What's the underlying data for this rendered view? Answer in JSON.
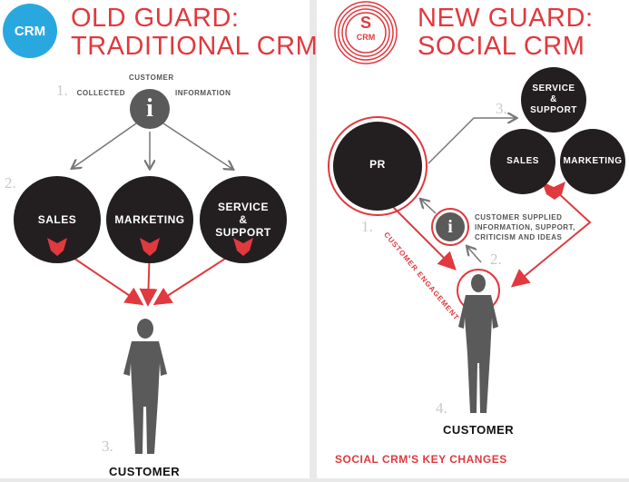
{
  "left": {
    "logo": "CRM",
    "title_line1": "OLD GUARD:",
    "title_line2": "TRADITIONAL CRM",
    "info_label_top": "CUSTOMER",
    "info_label_left": "COLLECTED",
    "info_label_right": "INFORMATION",
    "steps": [
      "1.",
      "2.",
      "3."
    ],
    "departments": [
      "SALES",
      "MARKETING",
      "SERVICE & SUPPORT"
    ],
    "customer": "CUSTOMER"
  },
  "right": {
    "logo_s": "S",
    "logo_crm": "CRM",
    "title_line1": "NEW GUARD:",
    "title_line2": "SOCIAL CRM",
    "service": "SERVICE & SUPPORT",
    "pr": "PR",
    "sales": "SALES",
    "marketing": "MARKETING",
    "info_text": "CUSTOMER SUPPLIED INFORMATION, SUPPORT, CRITICISM AND IDEAS",
    "engagement": "CUSTOMER ENGAGEMENT",
    "steps": [
      "1.",
      "2.",
      "3.",
      "4."
    ],
    "customer": "CUSTOMER",
    "footer": "SOCIAL CRM'S KEY CHANGES"
  },
  "colors": {
    "red": "#e0393e",
    "blue": "#29a8e0",
    "dark": "#231f20",
    "gray": "#5a5a5a"
  }
}
